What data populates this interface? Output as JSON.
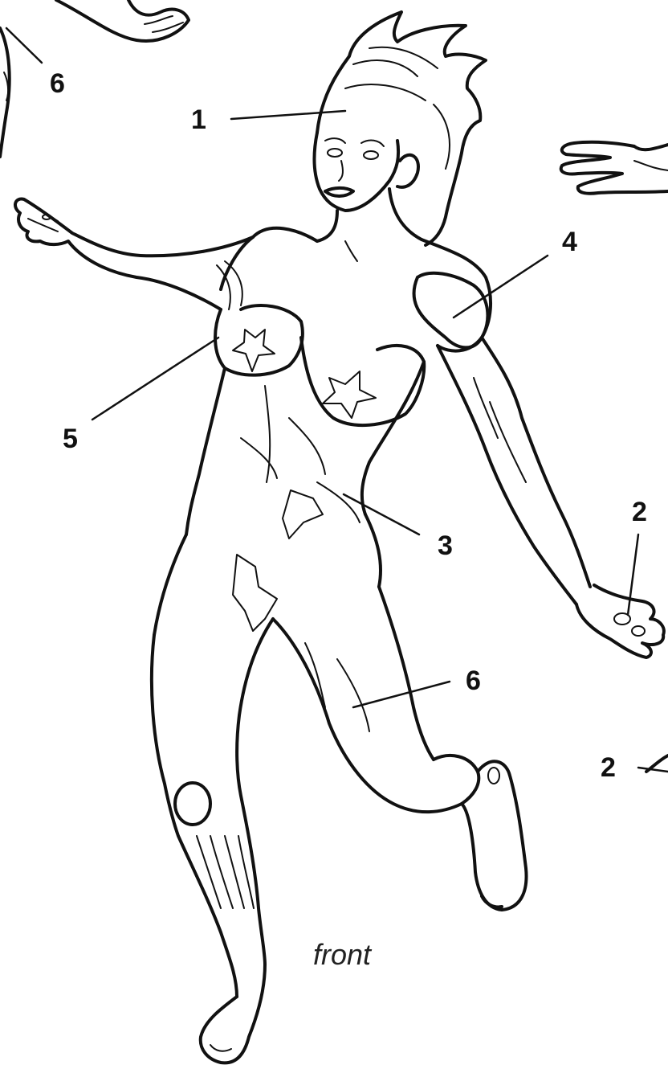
{
  "labels": {
    "l1": "1",
    "l2a": "2",
    "l2b": "2",
    "l3": "3",
    "l4": "4",
    "l5": "5",
    "l6a": "6",
    "l6b": "6"
  },
  "caption": "front"
}
